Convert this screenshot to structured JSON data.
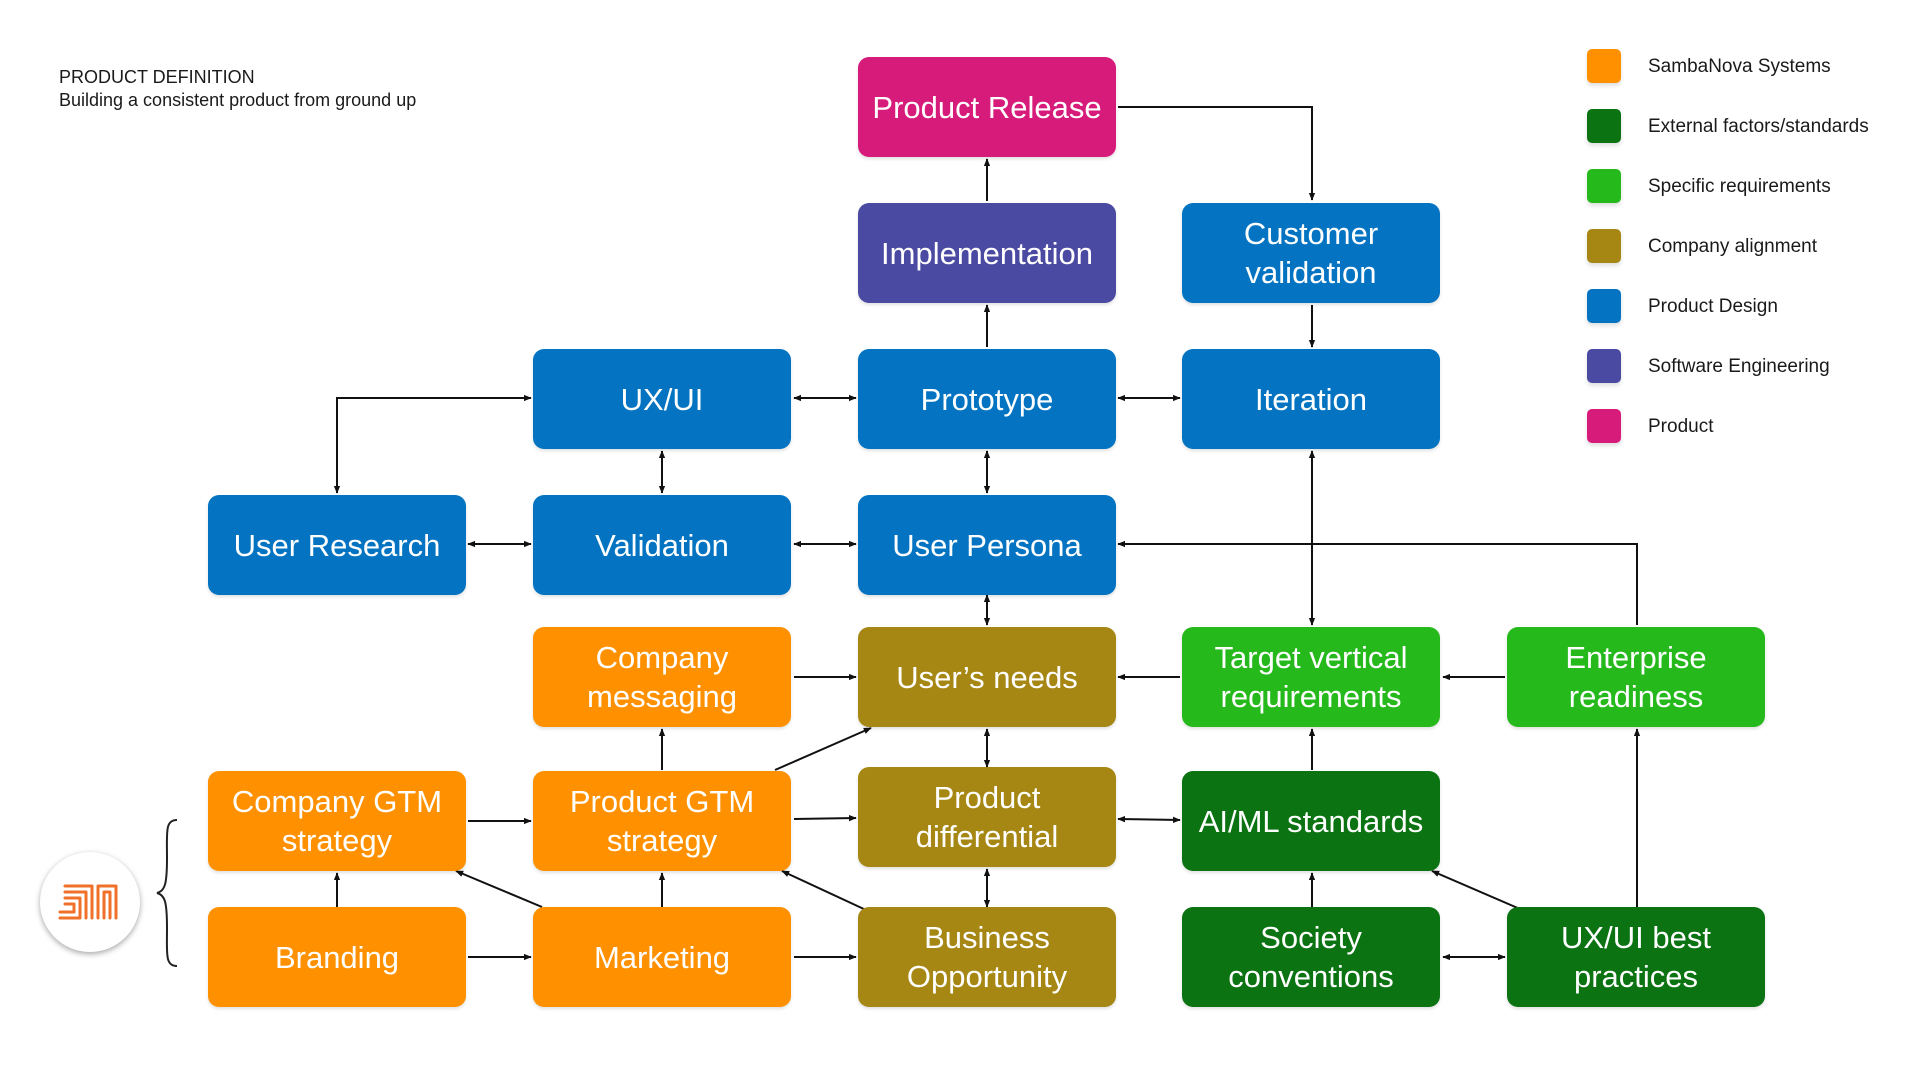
{
  "header": {
    "title": "PRODUCT DEFINITION",
    "subtitle": "Building a consistent product from ground up"
  },
  "legend": [
    {
      "label": "SambaNova Systems",
      "color": "#ff9100"
    },
    {
      "label": "External factors/standards",
      "color": "#0b7312"
    },
    {
      "label": "Specific requirements",
      "color": "#25b91c"
    },
    {
      "label": "Company alignment",
      "color": "#a68714"
    },
    {
      "label": "Product Design",
      "color": "#0474c2"
    },
    {
      "label": "Software Engineering",
      "color": "#4b4aa2"
    },
    {
      "label": "Product",
      "color": "#d61b7b"
    }
  ],
  "nodes": {
    "product_release": "Product Release",
    "implementation": "Implementation",
    "customer_validation": "Customer validation",
    "ux_ui": "UX/UI",
    "prototype": "Prototype",
    "iteration": "Iteration",
    "user_research": "User Research",
    "validation": "Validation",
    "user_persona": "User Persona",
    "company_messaging": "Company messaging",
    "users_needs": "User’s needs",
    "target_vertical": "Target vertical requirements",
    "enterprise_readiness": "Enterprise readiness",
    "company_gtm": "Company GTM strategy",
    "product_gtm": "Product GTM strategy",
    "product_differential": "Product differential",
    "aiml_standards": "AI/ML standards",
    "branding": "Branding",
    "marketing": "Marketing",
    "business_opportunity": "Business Opportunity",
    "society_conventions": "Society conventions",
    "uxui_best_practices": "UX/UI best practices"
  },
  "logo_icon": "sambanova-logo-icon"
}
